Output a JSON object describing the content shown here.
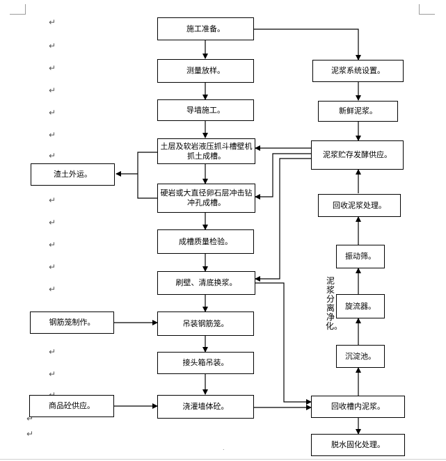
{
  "para_mark": "↵",
  "vertical_label": "泥浆分离净化。",
  "foot_mark": ".",
  "boxes": {
    "prep": "施工准备。",
    "survey": "测量放样。",
    "guide_wall": "导墙施工。",
    "soil_grab": "土层及软岩液压抓斗槽壁机抓土成槽。",
    "rock_drill": "硬岩或大直径卵石层冲击钻冲孔成槽。",
    "spoil": "渣土外运。",
    "quality": "成槽质量检验。",
    "wall_clean": "刷壁、清底换浆。",
    "hoist_cage": "吊装钢筋笼。",
    "cage_make": "钢筋笼制作。",
    "joint_box": "接头箱吊装。",
    "concrete_pour": "浇灌墙体砼。",
    "concrete_supply": "商品砼供应。",
    "slurry_system": "泥浆系统设置。",
    "fresh_slurry": "新鲜泥浆。",
    "slurry_store": "泥浆贮存发酵供应。",
    "slurry_recover": "回收泥浆处理。",
    "vibrating_screen": "振动筛。",
    "cyclone": "旋流器。",
    "settling_tank": "沉淀池。",
    "recover_groove": "回收槽内泥浆。",
    "dewater": "脱水固化处理。"
  }
}
